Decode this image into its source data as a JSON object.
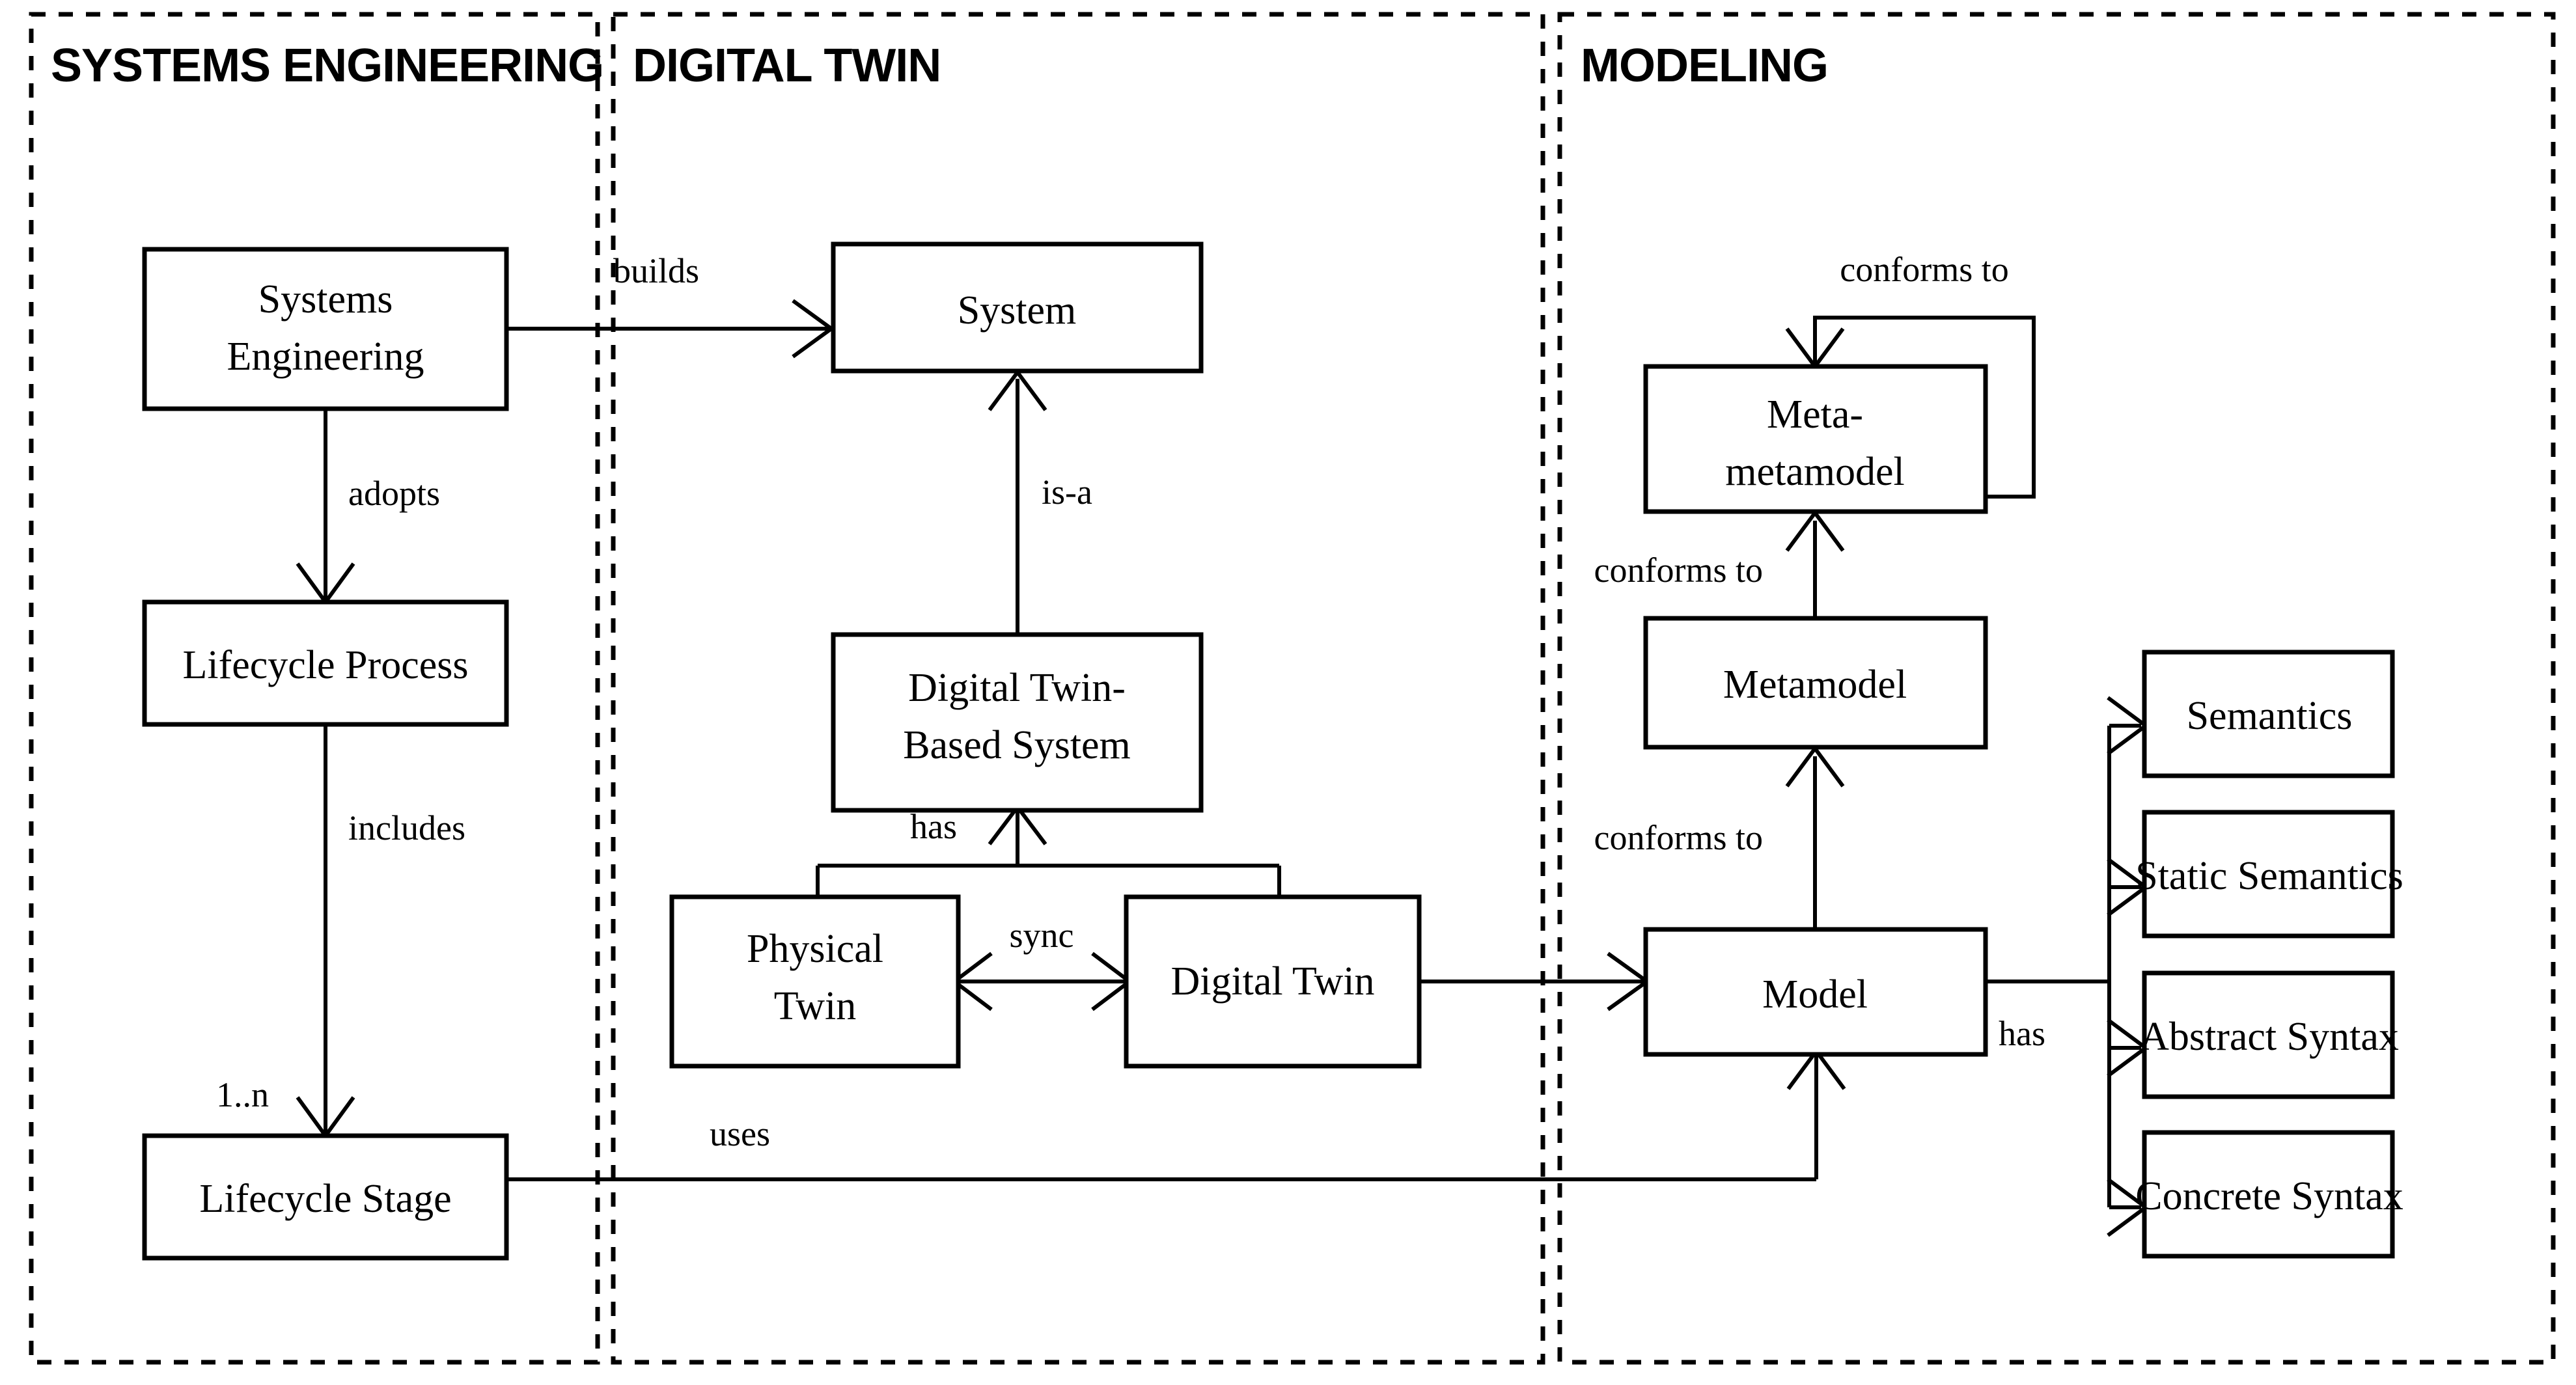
{
  "diagram": {
    "title": "Systems Engineering / Digital Twin / Modeling conceptual map",
    "panels": [
      {
        "id": "systems-engineering",
        "title": "SYSTEMS ENGINEERING"
      },
      {
        "id": "digital-twin",
        "title": "DIGITAL TWIN"
      },
      {
        "id": "modeling",
        "title": "MODELING"
      }
    ],
    "nodes": [
      {
        "id": "systems-engineering",
        "label_line1": "Systems",
        "label_line2": "Engineering"
      },
      {
        "id": "lifecycle-process",
        "label_line1": "Lifecycle Process",
        "label_line2": ""
      },
      {
        "id": "lifecycle-stage",
        "label_line1": "Lifecycle Stage",
        "label_line2": ""
      },
      {
        "id": "system",
        "label_line1": "System",
        "label_line2": ""
      },
      {
        "id": "digital-twin-based-system",
        "label_line1": "Digital Twin-",
        "label_line2": "Based System"
      },
      {
        "id": "physical-twin",
        "label_line1": "Physical",
        "label_line2": "Twin"
      },
      {
        "id": "digital-twin",
        "label_line1": "Digital Twin",
        "label_line2": ""
      },
      {
        "id": "meta-metamodel",
        "label_line1": "Meta-",
        "label_line2": "metamodel"
      },
      {
        "id": "metamodel",
        "label_line1": "Metamodel",
        "label_line2": ""
      },
      {
        "id": "model",
        "label_line1": "Model",
        "label_line2": ""
      },
      {
        "id": "semantics",
        "label_line1": "Semantics",
        "label_line2": ""
      },
      {
        "id": "static-semantics",
        "label_line1": "Static Semantics",
        "label_line2": ""
      },
      {
        "id": "abstract-syntax",
        "label_line1": "Abstract Syntax",
        "label_line2": ""
      },
      {
        "id": "concrete-syntax",
        "label_line1": "Concrete Syntax",
        "label_line2": ""
      }
    ],
    "edges": [
      {
        "id": "se-adopts-lp",
        "label": "adopts",
        "from": "systems-engineering",
        "to": "lifecycle-process"
      },
      {
        "id": "lp-includes-ls",
        "label": "includes",
        "from": "lifecycle-process",
        "to": "lifecycle-stage"
      },
      {
        "id": "lp-includes-card",
        "label": "1..n",
        "from": "lifecycle-process",
        "to": "lifecycle-stage"
      },
      {
        "id": "se-builds-system",
        "label": "builds",
        "from": "systems-engineering",
        "to": "system"
      },
      {
        "id": "dtbs-isa-system",
        "label": "is-a",
        "from": "digital-twin-based-system",
        "to": "system"
      },
      {
        "id": "dtbs-has-twins",
        "label": "has",
        "from": "digital-twin-based-system",
        "to": "physical-twin"
      },
      {
        "id": "pt-sync-dt",
        "label": "sync",
        "from": "physical-twin",
        "to": "digital-twin"
      },
      {
        "id": "dt-uses-model",
        "label": "",
        "from": "digital-twin",
        "to": "model"
      },
      {
        "id": "ls-uses-model",
        "label": "uses",
        "from": "lifecycle-stage",
        "to": "model"
      },
      {
        "id": "mmm-conforms-self",
        "label": "conforms to",
        "from": "meta-metamodel",
        "to": "meta-metamodel"
      },
      {
        "id": "mm-conforms-mmm",
        "label": "conforms to",
        "from": "metamodel",
        "to": "meta-metamodel"
      },
      {
        "id": "m-conforms-mm",
        "label": "conforms to",
        "from": "model",
        "to": "metamodel"
      },
      {
        "id": "model-has-parts",
        "label": "has",
        "from": "model",
        "to": "semantics"
      }
    ],
    "colors": {
      "stroke": "#000000",
      "fill": "#ffffff",
      "background": "#ffffff"
    }
  }
}
